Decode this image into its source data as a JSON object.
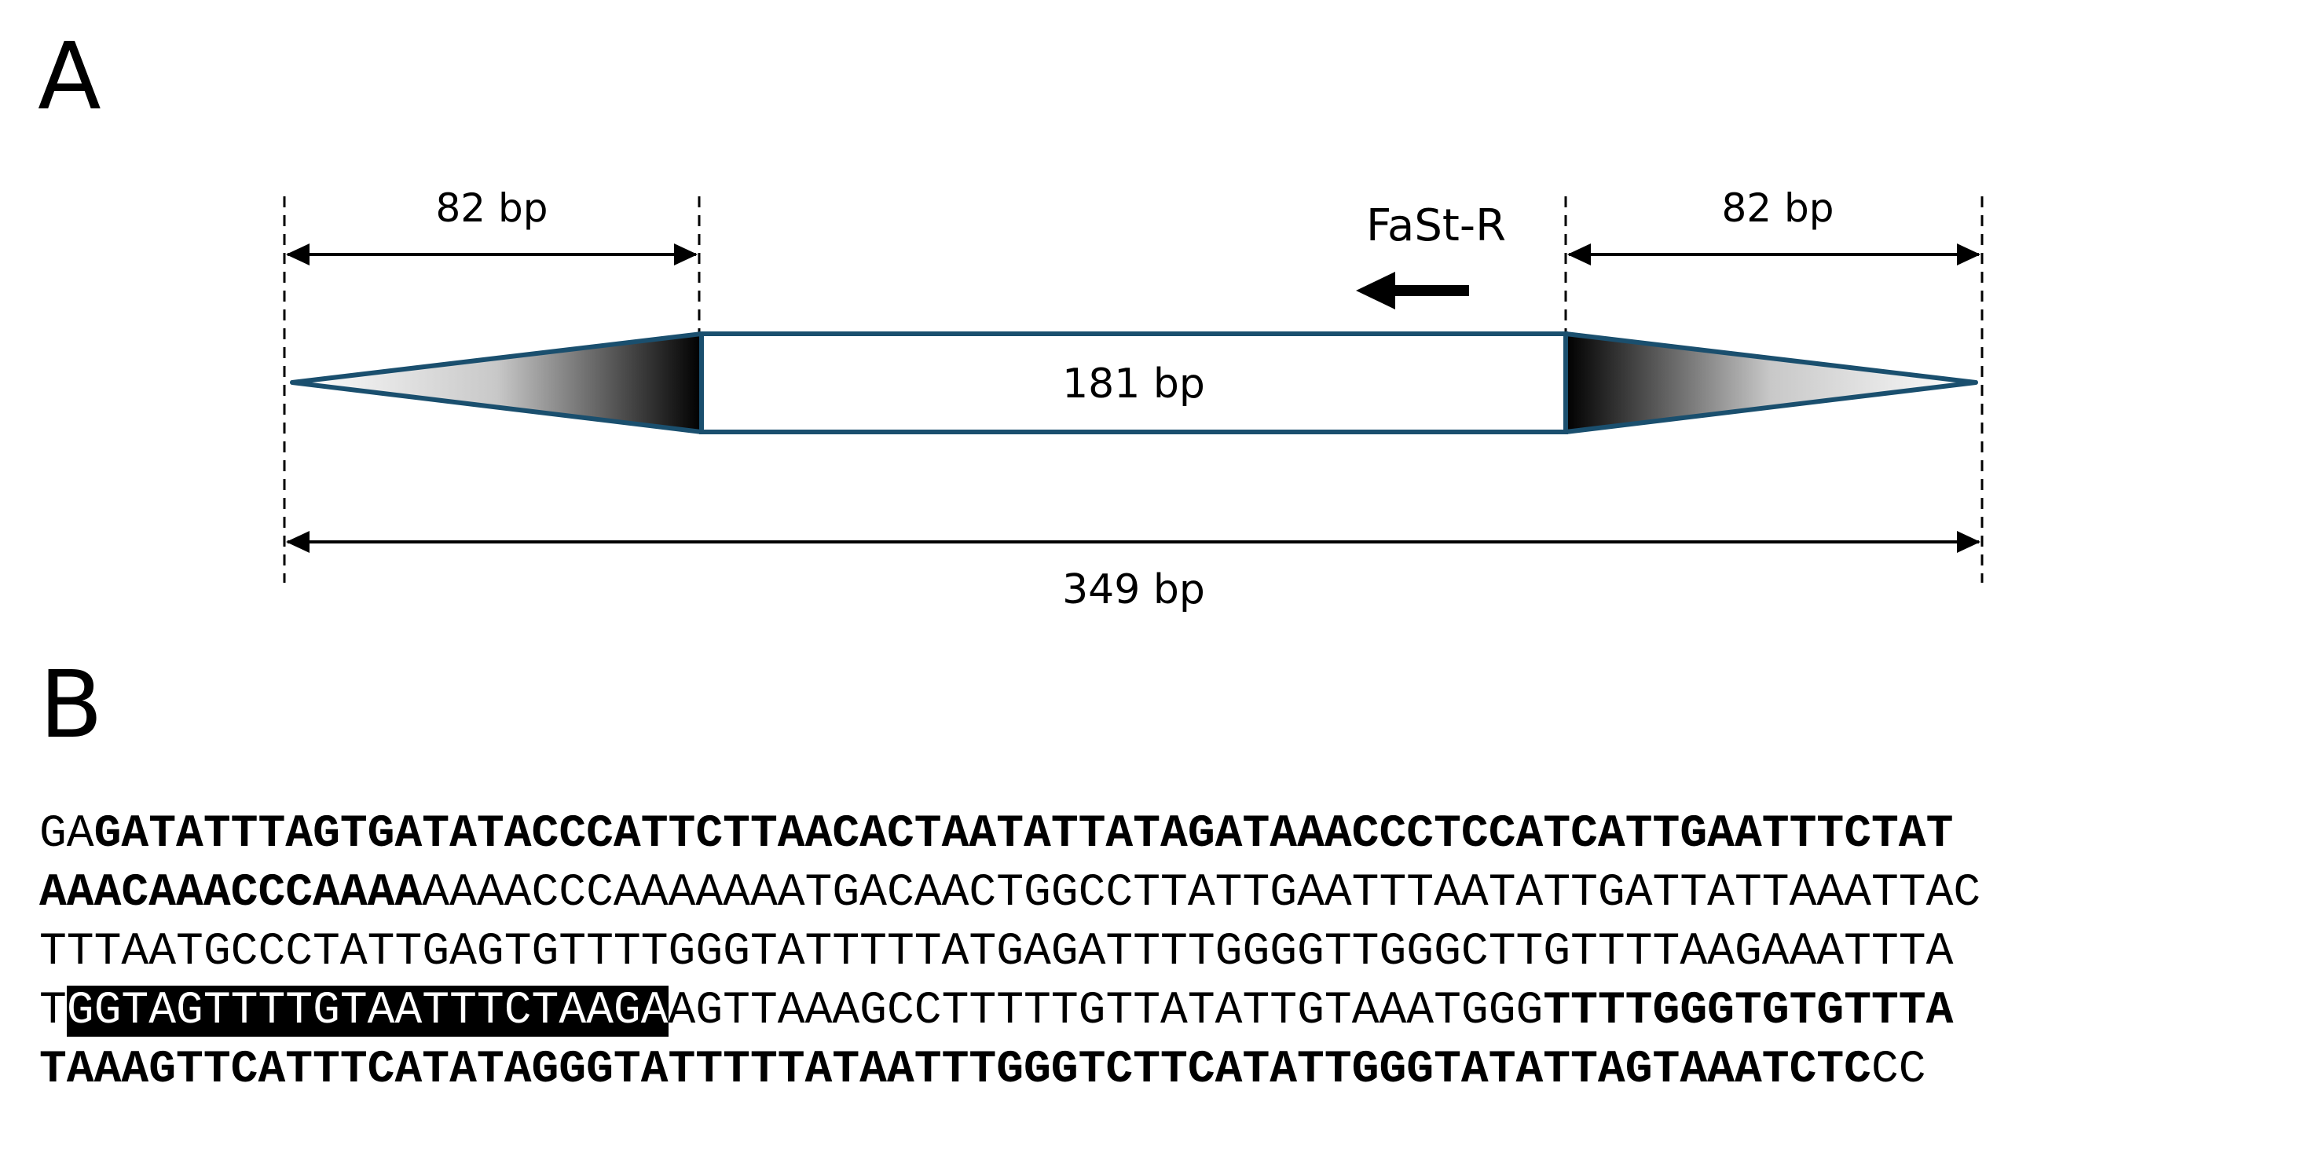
{
  "panel_a": {
    "label": "A",
    "left_flank": "82 bp",
    "right_flank": "82 bp",
    "core": "181 bp",
    "total": "349 bp",
    "primer": "FaSt-R"
  },
  "panel_b": {
    "label": "B",
    "sequence_lines": [
      [
        {
          "text": "GA",
          "style": "n"
        },
        {
          "text": "GATATTTAGTGATATACCCATTCTTAACACTAATATTATAGATAAACCCTCCATCATTGAATTTCTAT",
          "style": "b"
        }
      ],
      [
        {
          "text": "AAACAAACCCAAAA",
          "style": "b"
        },
        {
          "text": "AAAACCCAAAAAAATGACAACTGGCCTTATTGAATTTAATATTGATTATTAAATTAC",
          "style": "n"
        }
      ],
      [
        {
          "text": "TTTAATGCCCTATTGAGTGTTTTGGGTATTTTTATGAGATTTTGGGGTTGGGCTTGTTTTAAGAAATTTA",
          "style": "n"
        }
      ],
      [
        {
          "text": "T",
          "style": "n"
        },
        {
          "text": "GGTAGTTTTGTAATTTCTAAGA",
          "style": "hl"
        },
        {
          "text": "AGTTAAAGCCTTTTTGTTATATTGTAAATGGG",
          "style": "n"
        },
        {
          "text": "TTTTGGGTGTGTTTA",
          "style": "b"
        }
      ],
      [
        {
          "text": "TAAAGTTCATTTCATATAGGGTATTTTTATAATTTGGGTCTTCATATTGGGTATATTAGTAAATCTC",
          "style": "b"
        },
        {
          "text": "CC",
          "style": "n"
        }
      ]
    ]
  }
}
